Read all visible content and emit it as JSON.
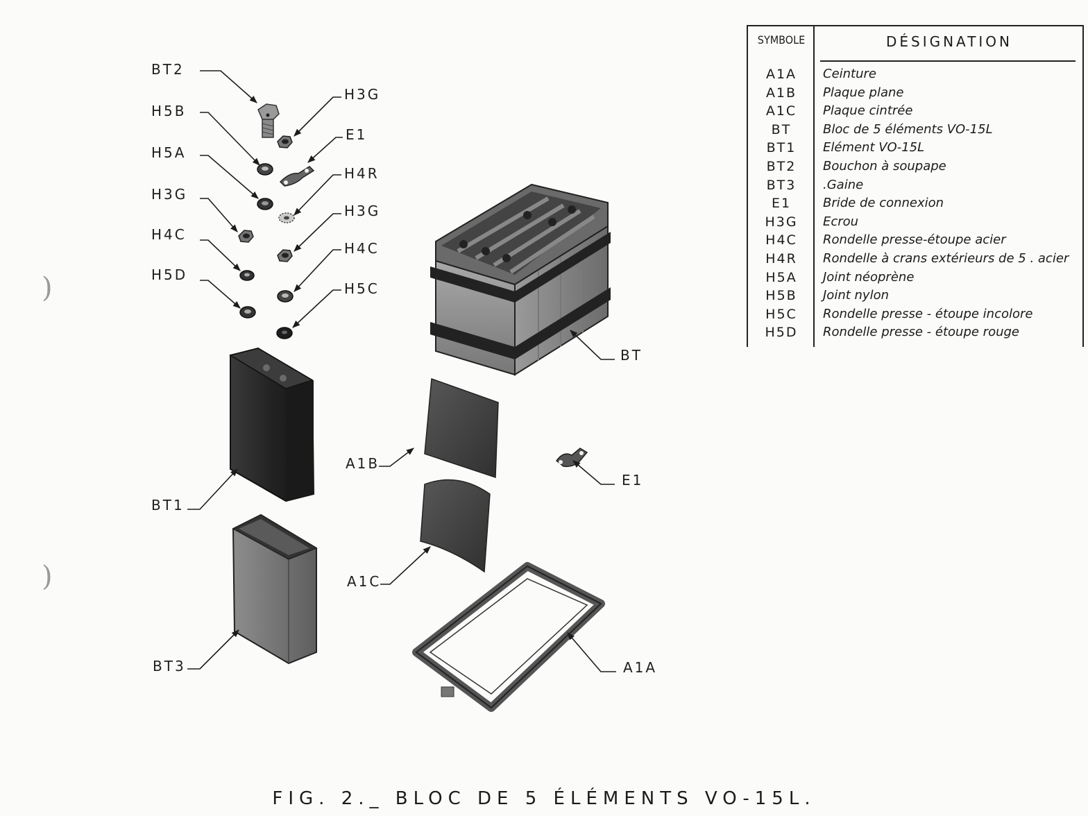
{
  "callouts": {
    "bt2": "BT2",
    "h5b": "H5B",
    "h5a": "H5A",
    "h3g_left": "H3G",
    "h4c_left": "H4C",
    "h5d": "H5D",
    "h3g_top": "H3G",
    "e1_top": "E1",
    "h4r": "H4R",
    "h3g_mid": "H3G",
    "h4c_right": "H4C",
    "h5c": "H5C",
    "bt": "BT",
    "a1b": "A1B",
    "e1": "E1",
    "bt1": "BT1",
    "a1c": "A1C",
    "bt3": "BT3",
    "a1a": "A1A"
  },
  "legend": {
    "header_symbol": "SYMBOLE",
    "header_designation": "DÉSIGNATION",
    "rows": [
      {
        "symbol": "A1A",
        "designation": "Ceinture"
      },
      {
        "symbol": "A1B",
        "designation": "Plaque plane"
      },
      {
        "symbol": "A1C",
        "designation": "Plaque cintrée"
      },
      {
        "symbol": "BT",
        "designation": "Bloc de 5 éléments VO-15L"
      },
      {
        "symbol": "BT1",
        "designation": "Elément VO-15L"
      },
      {
        "symbol": "BT2",
        "designation": "Bouchon à soupape"
      },
      {
        "symbol": "BT3",
        "designation": ".Gaine"
      },
      {
        "symbol": "E1",
        "designation": "Bride de connexion"
      },
      {
        "symbol": "H3G",
        "designation": "Ecrou"
      },
      {
        "symbol": "H4C",
        "designation": "Rondelle presse-étoupe acier"
      },
      {
        "symbol": "H4R",
        "designation": "Rondelle à crans extérieurs de 5 . acier"
      },
      {
        "symbol": "H5A",
        "designation": "Joint néoprène"
      },
      {
        "symbol": "H5B",
        "designation": "Joint nylon"
      },
      {
        "symbol": "H5C",
        "designation": "Rondelle presse - étoupe incolore"
      },
      {
        "symbol": "H5D",
        "designation": "Rondelle presse - étoupe rouge"
      }
    ]
  },
  "caption": "FIG. 2._ BLOC DE 5 ÉLÉMENTS VO-15L."
}
